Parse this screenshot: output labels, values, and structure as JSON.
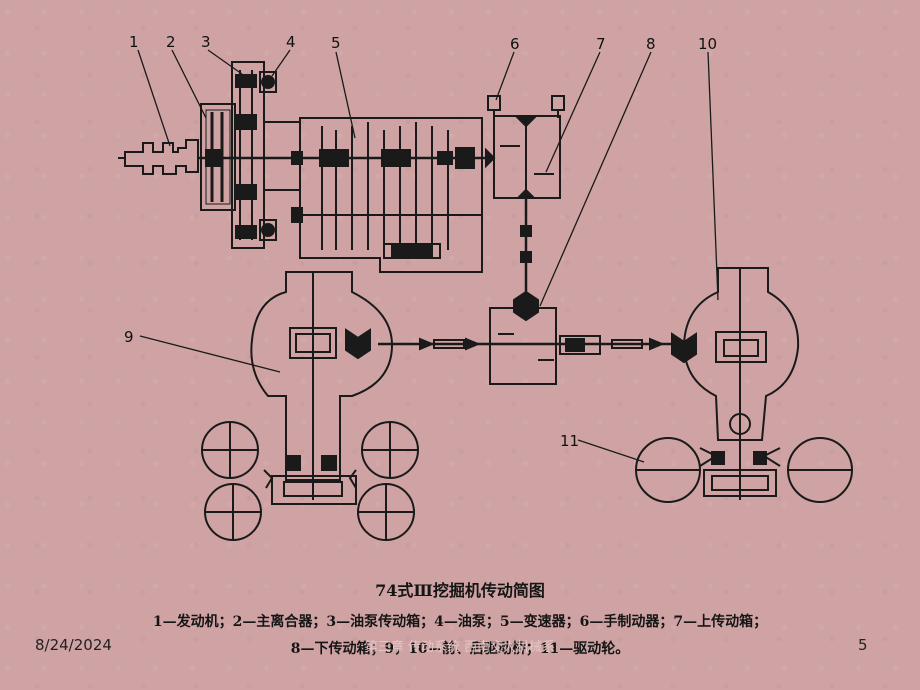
{
  "diagram": {
    "part_numbers": [
      "1",
      "2",
      "3",
      "4",
      "5",
      "6",
      "7",
      "8",
      "10",
      "9",
      "11"
    ]
  },
  "caption": {
    "title": "74式Ⅲ挖掘机传动简图",
    "legend_line1": "1—发动机；2—主离合器；3—油泵传动箱；4—油泵；5—变速器；6—手制动器；7—上传动箱；",
    "legend_line2": "8—下传动箱；9，10—前、后驱动桥；11—驱动轮。"
  },
  "footer": {
    "date": "8/24/2024",
    "title": "第三章  传动系统  西南交大机械系",
    "page": "5"
  },
  "colors": {
    "background": "#cfa3a3",
    "ink": "#1a1a1a"
  }
}
